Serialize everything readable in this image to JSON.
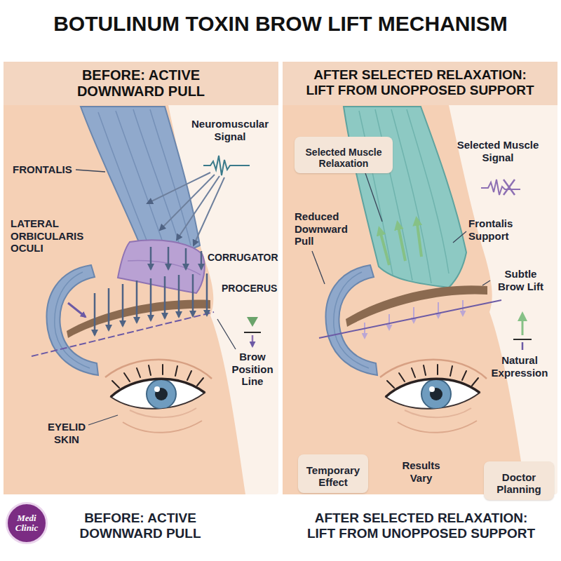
{
  "diagram": {
    "title": "BOTULINUM TOXIN BROW LIFT MECHANISM",
    "nodes": [
      {
        "text": [
          "BEFORE: ACTIVE DOWNWARD PULL"
        ]
      },
      {
        "text": [
          "AFTER SELECTED RELAXATION: LIFT FROM UNOPPOSED SUPPORT"
        ]
      },
      {
        "text": [
          "Selected Muscle Relaxation"
        ],
        "in": 1
      },
      {
        "text": [
          "Temporary Effect"
        ],
        "in": 1
      },
      {
        "text": [
          "Doctor Planning"
        ],
        "in": 1
      },
      {
        "text": [
          "Medi Clinic"
        ]
      }
    ],
    "labels": [
      "FRONTALIS",
      "LATERAL ORBICULARIS OCULI",
      "Neuromuscular Signal",
      "CORRUGATOR",
      "PROCERUS",
      "Brow Position Line",
      "EYELID SKIN",
      "Reduced Downward Pull",
      "Selected Muscle Signal",
      "Frontalis Support",
      "Subtle Brow Lift",
      "Natural Expression",
      "Results Vary",
      "BEFORE: ACTIVE DOWNWARD PULL",
      "AFTER SELECTED RELAXATION: LIFT FROM UNOPPOSED SUPPORT"
    ]
  }
}
